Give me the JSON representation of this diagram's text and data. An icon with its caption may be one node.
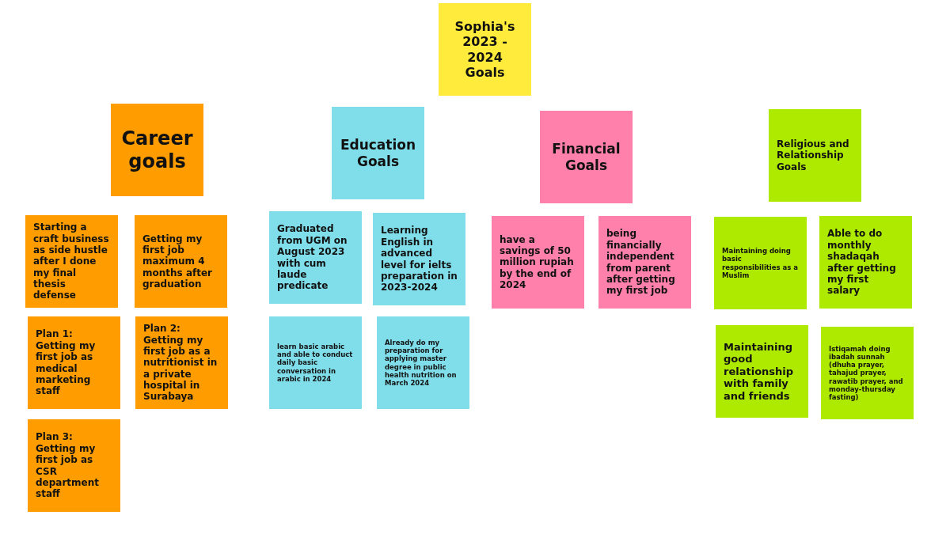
{
  "diagram": {
    "nodes": [
      {
        "text": [
          "Sophia's 2023 - 2024 Goals"
        ]
      },
      {
        "text": [
          "Career goals"
        ]
      },
      {
        "text": [
          "Education Goals"
        ]
      },
      {
        "text": [
          "Financial Goals"
        ]
      },
      {
        "text": [
          "Religious and Relationship Goals"
        ]
      },
      {
        "text": [
          "Starting a craft business as side hustle after I done my final thesis defense"
        ]
      },
      {
        "text": [
          "Getting my first job maximum 4 months after graduation"
        ]
      },
      {
        "text": [
          "Plan 1: Getting my first job as medical marketing staff"
        ]
      },
      {
        "text": [
          "Plan 2: Getting my first job as a nutritionist in a private hospital in Surabaya"
        ]
      },
      {
        "text": [
          "Plan 3: Getting my first job as CSR department staff"
        ]
      },
      {
        "text": [
          "Graduated from UGM on August 2023 with cum laude predicate"
        ]
      },
      {
        "text": [
          "Learning English in advanced level for ielts preparation in 2023-2024"
        ]
      },
      {
        "text": [
          "learn basic arabic and able to conduct daily basic conversation in arabic in 2024"
        ]
      },
      {
        "text": [
          "Already do my preparation for applying master degree in public health nutrition on March 2024"
        ]
      },
      {
        "text": [
          "have a savings of 50 million rupiah by the end of 2024"
        ]
      },
      {
        "text": [
          "being financially independent from parent after getting my first job"
        ]
      },
      {
        "text": [
          "Maintaining doing basic responsibilities as a Muslim"
        ]
      },
      {
        "text": [
          "Able to do monthly shadaqah after getting my first salary"
        ]
      },
      {
        "text": [
          "Maintaining good relationship with family and friends"
        ]
      },
      {
        "text": [
          "Istiqamah doing ibadah sunnah (dhuha prayer, tahajud prayer, rawatib prayer, and monday-thursday fasting)"
        ]
      }
    ]
  }
}
